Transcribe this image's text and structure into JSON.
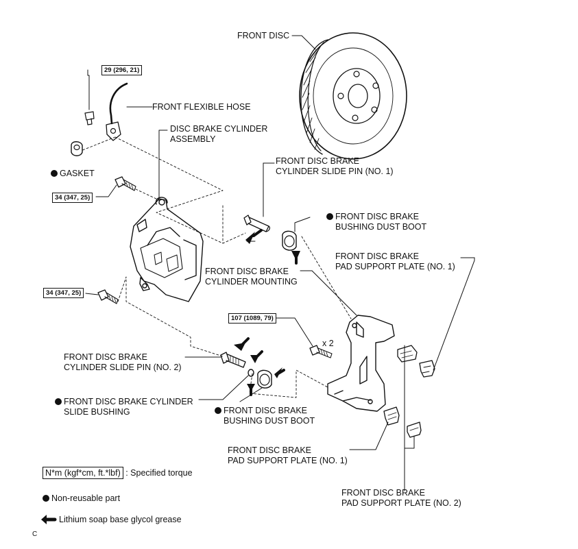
{
  "labels": {
    "front_disc": "FRONT DISC",
    "front_flexible_hose": "FRONT FLEXIBLE HOSE",
    "cylinder_assembly_1": "DISC BRAKE CYLINDER",
    "cylinder_assembly_2": "ASSEMBLY",
    "gasket": "GASKET",
    "slide_pin1_1": "FRONT DISC BRAKE",
    "slide_pin1_2": "CYLINDER SLIDE PIN (NO. 1)",
    "dust_boot_top_1": "FRONT DISC BRAKE",
    "dust_boot_top_2": "BUSHING DUST BOOT",
    "pad_plate1_top_1": "FRONT DISC BRAKE",
    "pad_plate1_top_2": "PAD SUPPORT PLATE (NO. 1)",
    "mounting_1": "FRONT DISC BRAKE",
    "mounting_2": "CYLINDER MOUNTING",
    "slide_pin2_1": "FRONT DISC BRAKE",
    "slide_pin2_2": "CYLINDER SLIDE PIN (NO. 2)",
    "slide_bushing_1": "FRONT DISC BRAKE CYLINDER",
    "slide_bushing_2": "SLIDE BUSHING",
    "dust_boot_bottom_1": "FRONT DISC BRAKE",
    "dust_boot_bottom_2": "BUSHING DUST BOOT",
    "pad_plate1_bottom_1": "FRONT DISC BRAKE",
    "pad_plate1_bottom_2": "PAD SUPPORT PLATE (NO. 1)",
    "pad_plate2_1": "FRONT DISC BRAKE",
    "pad_plate2_2": "PAD SUPPORT PLATE (NO. 2)",
    "qty": "x 2"
  },
  "torques": {
    "hose_bolt": "29 (296, 21)",
    "upper_bolt": "34 (347, 25)",
    "lower_bolt": "34 (347, 25)",
    "mounting_bolt": "107 (1089, 79)"
  },
  "legend": {
    "torque_units": "N*m (kgf*cm, ft.*lbf)",
    "torque_desc": ": Specified torque",
    "non_reusable": "Non-reusable part",
    "grease": "Lithium soap base glycol grease"
  },
  "corner_code": "C"
}
